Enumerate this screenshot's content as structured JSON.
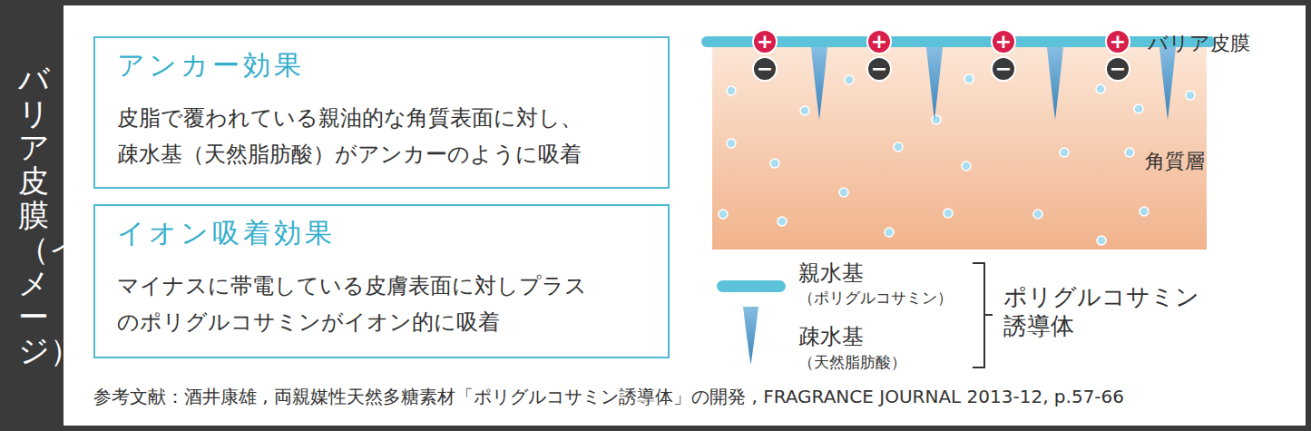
{
  "diagram": {
    "title": "バリア皮膜（イメージ）",
    "caption": "参考文献：酒井康雄 , 両親媒性天然多糖素材「ポリグルコサミン誘導体」の開発 , FRAGRANCE JOURNAL 2013-12, p.57-66",
    "nodes": [
      {
        "text": [
          "アンカー効果",
          "皮脂で覆われている親油的な角質表面に対し、 疎水基（天然脂肪酸）がアンカーのように吸着"
        ]
      },
      {
        "text": [
          "イオン吸着効果",
          "マイナスに帯電している皮膚表面に対しプラス のポリグルコサミンがイオン的に吸着"
        ]
      },
      {
        "text": [
          "+"
        ]
      },
      {
        "text": [
          "+"
        ]
      },
      {
        "text": [
          "+"
        ]
      },
      {
        "text": [
          "+"
        ]
      },
      {
        "text": [
          "−"
        ]
      },
      {
        "text": [
          "−"
        ]
      },
      {
        "text": [
          "−"
        ]
      },
      {
        "text": [
          "−"
        ]
      }
    ],
    "labels": [
      "バリア皮膜",
      "角質層",
      "（ポリグルコサミン）",
      "（天然脂肪酸）",
      "ポリグルコサミン 誘導体"
    ],
    "legend": [
      {
        "text": "親水基"
      },
      {
        "text": "疎水基"
      }
    ]
  }
}
